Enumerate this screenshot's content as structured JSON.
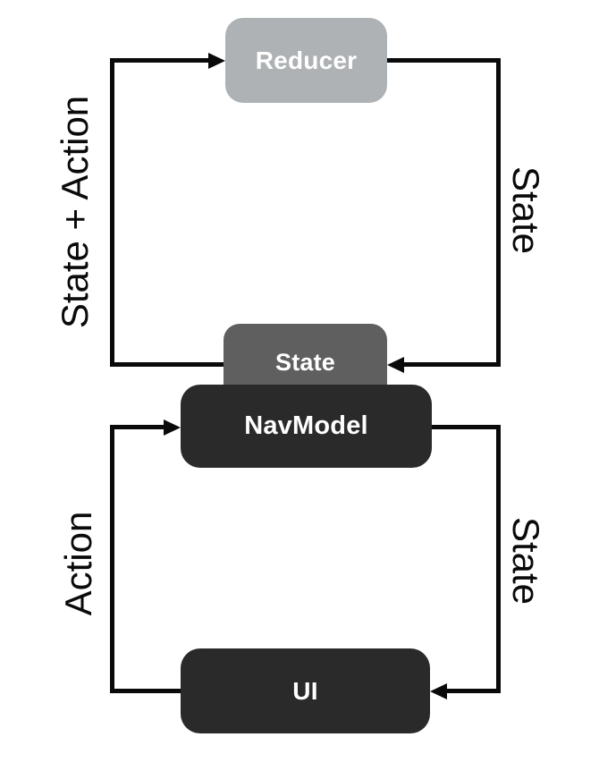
{
  "diagram": {
    "colors": {
      "background": "#ffffff",
      "line": "#0a0a0a",
      "edge_label_text": "#0a0a0a",
      "node_text": "#ffffff",
      "reducer_fill": "#aeb2b4",
      "state_fill": "#5f5f5f",
      "navmodel_fill": "#2a2a2a",
      "ui_fill": "#2a2a2a"
    },
    "nodes": {
      "reducer": {
        "label": "Reducer"
      },
      "state": {
        "label": "State"
      },
      "navmodel": {
        "label": "NavModel"
      },
      "ui": {
        "label": "UI"
      }
    },
    "edge_labels": {
      "top_left": {
        "text": "State + Action"
      },
      "top_right": {
        "text": "State"
      },
      "bottom_left": {
        "text": "Action"
      },
      "bottom_right": {
        "text": "State"
      }
    }
  }
}
